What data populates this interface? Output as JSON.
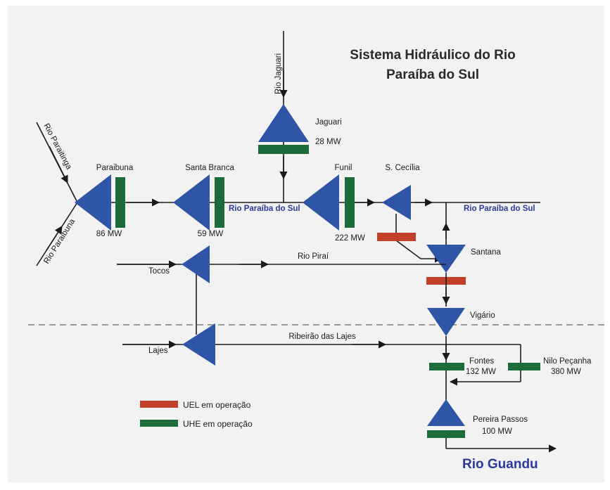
{
  "title_line1": "Sistema Hidráulico do Rio",
  "title_line2": "Paraíba do Sul",
  "colors": {
    "triangle": "#2f55a6",
    "uhe": "#1c6b3a",
    "uel": "#c0402a",
    "line": "#1a1a1a",
    "divider": "#9a9a9a",
    "river_blue": "#2b3a9a"
  },
  "rivers": {
    "paraitinga": "Rio Paraitinga",
    "paraibuna": "Rio Paraibuna",
    "jaguari": "Rio Jaguari",
    "paraiba_1": "Rio Paraíba do Sul",
    "paraiba_2": "Rio Paraíba do Sul",
    "pirai": "Rio Piraí",
    "ribeirao": "Ribeirão das Lajes",
    "guandu": "Rio Guandu"
  },
  "plants": {
    "paraibuna": {
      "name": "Paraibuna",
      "power": "86 MW"
    },
    "santa_branca": {
      "name": "Santa Branca",
      "power": "59 MW"
    },
    "jaguari": {
      "name": "Jaguari",
      "power": "28 MW"
    },
    "funil": {
      "name": "Funil",
      "power": "222 MW"
    },
    "santa_cecilia": {
      "name": "S. Cecília"
    },
    "santana": {
      "name": "Santana"
    },
    "vigario": {
      "name": "Vigário"
    },
    "tocos": {
      "name": "Tocos"
    },
    "lajes": {
      "name": "Lajes"
    },
    "fontes": {
      "name": "Fontes",
      "power": "132 MW"
    },
    "nilo_pecanha": {
      "name": "Nilo Peçanha",
      "power": "380 MW"
    },
    "pereira_passos": {
      "name": "Pereira Passos",
      "power": "100 MW"
    }
  },
  "legend": {
    "uel": "UEL em operação",
    "uhe": "UHE em operação"
  }
}
